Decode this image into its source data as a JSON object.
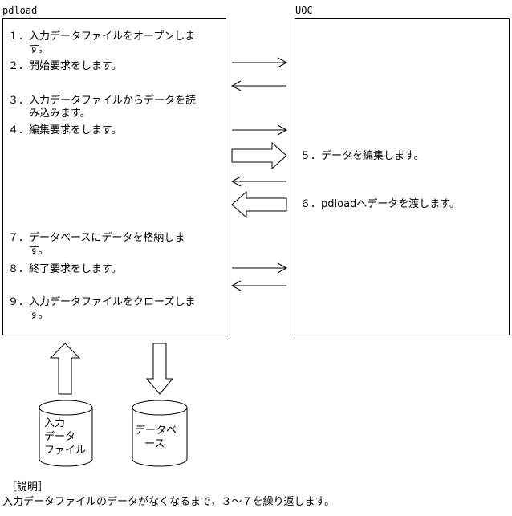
{
  "pdload_label": "pdload",
  "uoc_label": "UOC",
  "pdload_steps": [
    {
      "num": "１．",
      "line1": "入力データファイルをオープンしま",
      "line2": "す。"
    },
    {
      "num": "２．",
      "line1": "開始要求をします。",
      "line2": ""
    },
    {
      "num": "３．",
      "line1": "入力データファイルからデータを読",
      "line2": "み込みます。"
    },
    {
      "num": "４．",
      "line1": "編集要求をします。",
      "line2": ""
    },
    {
      "num": "７．",
      "line1": "データベースにデータを格納しま",
      "line2": "す。"
    },
    {
      "num": "８．",
      "line1": "終了要求をします。",
      "line2": ""
    },
    {
      "num": "９．",
      "line1": "入力データファイルをクローズしま",
      "line2": "す。"
    }
  ],
  "uoc_steps": [
    {
      "num": "５．",
      "text": "データを編集します。"
    },
    {
      "num": "６．",
      "text": "pdloadへデータを渡します。"
    }
  ],
  "input_file": {
    "line1": "入力",
    "line2": "データ",
    "line3": "ファイル"
  },
  "database": {
    "line1": "データベ",
    "line2": "ース"
  },
  "note": {
    "title": "［説明］",
    "body": "入力データファイルのデータがなくなるまで，３～７を繰り返します。"
  }
}
